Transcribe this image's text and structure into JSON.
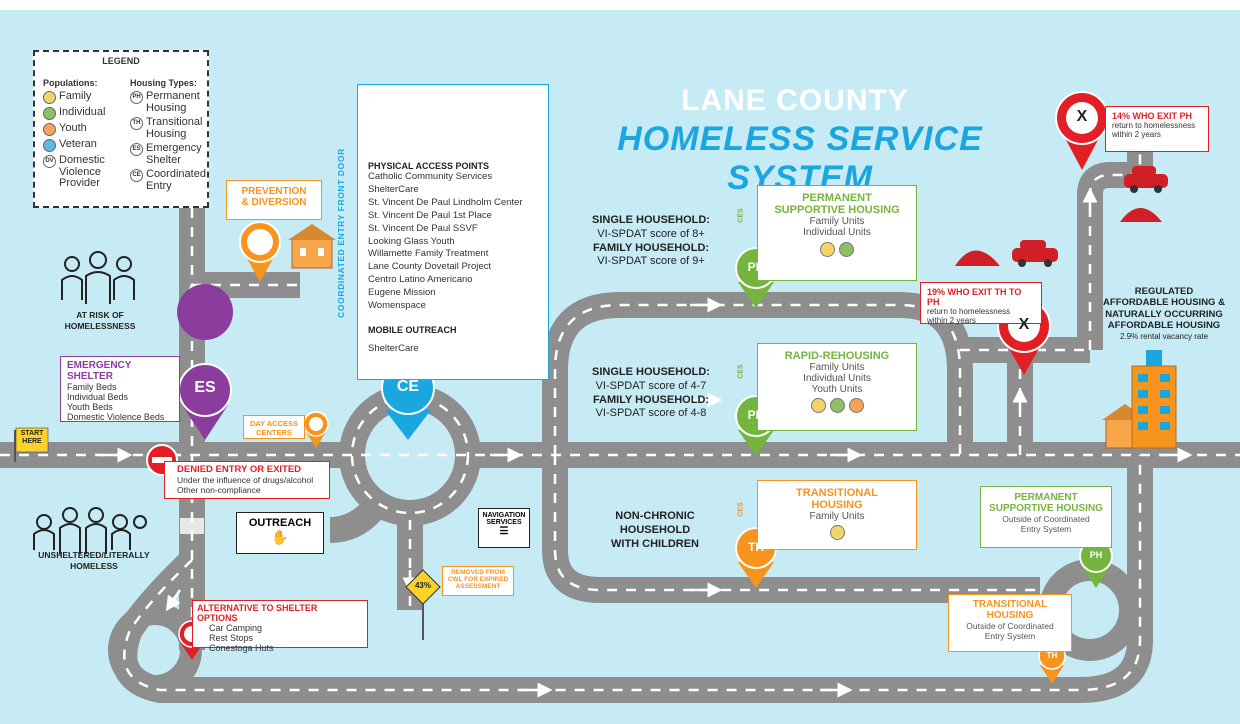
{
  "title": {
    "line1": "LANE COUNTY",
    "line2": "HOMELESS SERVICE SYSTEM"
  },
  "legend": {
    "heading": "LEGEND",
    "populations_heading": "Populations:",
    "housing_heading": "Housing Types:",
    "populations": [
      {
        "abbr": "",
        "label": "Family",
        "color": "#f3d46b"
      },
      {
        "abbr": "",
        "label": "Individual",
        "color": "#8cc063"
      },
      {
        "abbr": "",
        "label": "Youth",
        "color": "#f7a25a"
      },
      {
        "abbr": "",
        "label": "Veteran",
        "color": "#5fb7e5"
      },
      {
        "abbr": "DV",
        "label": "Domestic Violence Provider",
        "color": "#ffffff"
      }
    ],
    "housing": [
      {
        "abbr": "PH",
        "label": "Permanent Housing",
        "color": "#8cc063"
      },
      {
        "abbr": "TH",
        "label": "Transitional Housing",
        "color": "#f7a25a"
      },
      {
        "abbr": "ES",
        "label": "Emergency Shelter",
        "color": "#a368b5"
      },
      {
        "abbr": "CE",
        "label": "Coordinated Entry",
        "color": "#5fb7e5"
      }
    ]
  },
  "coordinated_entry": {
    "side_label": "COORDINATED ENTRY FRONT DOOR",
    "access_heading": "PHYSICAL ACCESS POINTS",
    "access_points": [
      "Catholic Community Services",
      "ShelterCare",
      "St. Vincent De Paul Lindholm Center",
      "St. Vincent De Paul 1st Place",
      "St. Vincent De Paul SSVF",
      "Looking Glass Youth",
      "Willamette Family Treatment",
      "Lane County Dovetail Project",
      "Centro Latino Americano",
      "Eugene Mission",
      "Womenspace"
    ],
    "outreach_heading": "MOBILE OUTREACH",
    "outreach_items": [
      "ShelterCare"
    ]
  },
  "prevention": {
    "line1": "PREVENTION",
    "line2": "& DIVERSION"
  },
  "at_risk": {
    "line1": "AT RISK OF",
    "line2": "HOMELESSNESS"
  },
  "unsheltered": {
    "line1": "UNSHELTERED/LITERALLY",
    "line2": "HOMELESS"
  },
  "start": {
    "line1": "START",
    "line2": "HERE"
  },
  "emergency_shelter": {
    "title": "EMERGENCY SHELTER",
    "items": [
      "Family Beds",
      "Individual Beds",
      "Youth Beds",
      "Domestic Violence Beds"
    ],
    "pin": "ES"
  },
  "ce_pin": "CE",
  "day_access": {
    "line1": "DAY ACCESS",
    "line2": "CENTERS"
  },
  "denied": {
    "title": "DENIED ENTRY OR EXITED",
    "items": [
      "Under the influence of drugs/alcohol",
      "Other non-compliance"
    ]
  },
  "outreach_box": {
    "title": "OUTREACH"
  },
  "navigation": {
    "line1": "NAVIGATION",
    "line2": "SERVICES"
  },
  "removed": {
    "percent": "43%",
    "line1": "REMOVED FROM",
    "line2": "CWL FOR EXPIRED",
    "line3": "ASSESSMENT"
  },
  "alternative": {
    "title": "ALTERNATIVE TO SHELTER OPTIONS",
    "items": [
      "Car Camping",
      "Rest Stops",
      "Conestoga Huts"
    ]
  },
  "psh": {
    "ces": "CES",
    "title1": "PERMANENT",
    "title2": "SUPPORTIVE HOUSING",
    "items": [
      "Family Units",
      "Individual Units"
    ],
    "pin": "PH",
    "criteria": {
      "single_label": "SINGLE HOUSEHOLD:",
      "single_value": "VI-SPDAT score of 8+",
      "family_label": "FAMILY HOUSEHOLD:",
      "family_value": "VI-SPDAT score of 9+"
    }
  },
  "rrh": {
    "ces": "CES",
    "title": "RAPID-REHOUSING",
    "items": [
      "Family Units",
      "Individual Units",
      "Youth Units"
    ],
    "pin": "PH",
    "criteria": {
      "single_label": "SINGLE HOUSEHOLD:",
      "single_value": "VI-SPDAT score of 4-7",
      "family_label": "FAMILY HOUSEHOLD:",
      "family_value": "VI-SPDAT score of 4-8"
    }
  },
  "th": {
    "ces": "CES",
    "title1": "TRANSITIONAL",
    "title2": "HOUSING",
    "items": [
      "Family Units"
    ],
    "pin": "TH",
    "criteria": {
      "line1": "NON-CHRONIC",
      "line2": "HOUSEHOLD",
      "line3": "WITH CHILDREN"
    }
  },
  "exit_ph": {
    "title": "14% WHO EXIT PH",
    "line1": "return to homelessness",
    "line2": "within 2 years",
    "pin": "X"
  },
  "exit_th": {
    "title": "19% WHO EXIT TH TO PH",
    "line1": "return to homelessness",
    "line2": "within 2 years",
    "pin": "X"
  },
  "affordable": {
    "line1": "REGULATED",
    "line2": "AFFORDABLE HOUSING &",
    "line3": "NATURALLY OCCURRING",
    "line4": "AFFORDABLE HOUSING",
    "line5": "2.9% rental vacancy rate"
  },
  "psh_outside": {
    "title1": "PERMANENT",
    "title2": "SUPPORTIVE HOUSING",
    "line1": "Outside of Coordinated",
    "line2": "Entry System",
    "pin": "PH"
  },
  "th_outside": {
    "title1": "TRANSITIONAL",
    "title2": "HOUSING",
    "line1": "Outside of Coordinated",
    "line2": "Entry System",
    "pin": "TH"
  },
  "colors": {
    "bg": "#c7ebf5",
    "road": "#8e8e8e",
    "orange": "#f7941d",
    "green": "#74b43f",
    "purple": "#8b3d9e",
    "blue": "#1aa7e0",
    "red": "#e21f26"
  }
}
